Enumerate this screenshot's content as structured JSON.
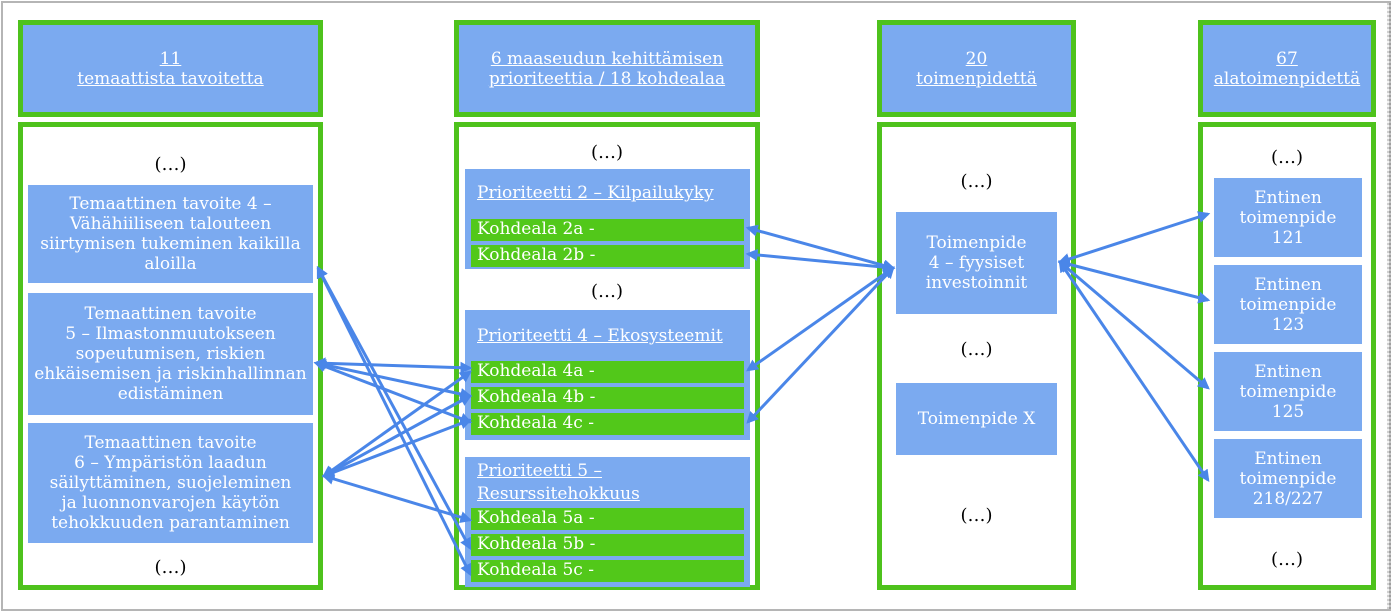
{
  "columns": {
    "objectives": {
      "header": [
        "11",
        "temaattista tavoitetta"
      ],
      "top_ellipsis": "(…)",
      "bottom_ellipsis": "(…)",
      "items": [
        {
          "lines": [
            "Temaattinen tavoite 4 –",
            "Vähähiiliseen talouteen",
            "siirtymisen tukeminen kaikilla",
            "aloilla"
          ]
        },
        {
          "lines": [
            "Temaattinen tavoite",
            "5 – Ilmastonmuutokseen",
            "sopeutumisen, riskien",
            "ehkäisemisen ja riskinhallinnan",
            "edistäminen"
          ]
        },
        {
          "lines": [
            "Temaattinen tavoite",
            "6 – Ympäristön laadun",
            "säilyttäminen, suojeleminen",
            "ja luonnonvarojen käytön",
            "tehokkuuden parantaminen"
          ]
        }
      ]
    },
    "priorities": {
      "header": [
        "6 maaseudun kehittämisen",
        "prioriteettia / 18 kohdealaa"
      ],
      "ellipsis_1": "(…)",
      "ellipsis_2": "(…)",
      "groups": [
        {
          "title": "Prioriteetti 2 – Kilpailukyky",
          "items": [
            "Kohdeala 2a -",
            "Kohdeala 2b -"
          ]
        },
        {
          "title": "Prioriteetti 4 – Ekosysteemit",
          "items": [
            "Kohdeala 4a -",
            "Kohdeala 4b -",
            "Kohdeala 4c -"
          ]
        },
        {
          "title_lines": [
            "Prioriteetti 5 –",
            "Resurssitehokkuus"
          ],
          "items": [
            "Kohdeala 5a -",
            "Kohdeala 5b -",
            "Kohdeala 5c -"
          ]
        }
      ]
    },
    "measures": {
      "header": [
        "20",
        "toimenpidettä"
      ],
      "ellipsis_1": "(…)",
      "ellipsis_2": "(…)",
      "ellipsis_3": "(…)",
      "measure_4": [
        "Toimenpide",
        "4 – fyysiset",
        "investoinnit"
      ],
      "measure_x": "Toimenpide X"
    },
    "submeasures": {
      "header": [
        "67",
        "alatoimenpidettä"
      ],
      "top_ellipsis": "(…)",
      "bottom_ellipsis": "(…)",
      "items": [
        {
          "lines": [
            "Entinen",
            "toimenpide",
            "121"
          ]
        },
        {
          "lines": [
            "Entinen",
            "toimenpide",
            "123"
          ]
        },
        {
          "lines": [
            "Entinen",
            "toimenpide",
            "125"
          ]
        },
        {
          "lines": [
            "Entinen",
            "toimenpide",
            "218/227"
          ]
        }
      ]
    }
  },
  "colors": {
    "box_blue": "#7baaf0",
    "border_green": "#4ec21c",
    "focus_green": "#52c81a",
    "arrow_blue": "#4a86e8"
  }
}
